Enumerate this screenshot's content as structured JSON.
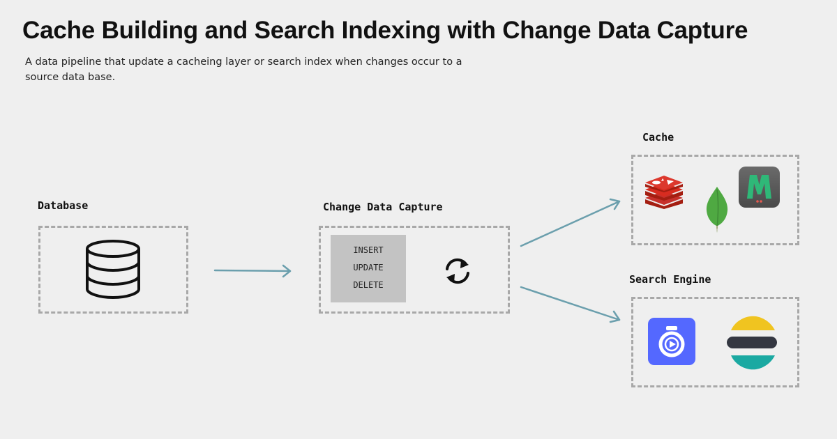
{
  "header": {
    "title": "Cache Building and Search Indexing with Change Data Capture",
    "subtitle": "A data pipeline that update a cacheing layer or search index when changes occur to a source data base."
  },
  "nodes": {
    "database": {
      "label": "Database",
      "icon": "database-icon"
    },
    "cdc": {
      "label": "Change Data Capture",
      "operations": [
        "INSERT",
        "UPDATE",
        "DELETE"
      ],
      "icon": "sync-icon"
    },
    "cache": {
      "label": "Cache",
      "icons": [
        "redis-logo",
        "mongodb-logo",
        "memcached-logo"
      ]
    },
    "search_engine": {
      "label": "Search Engine",
      "icons": [
        "algolia-logo",
        "elasticsearch-logo"
      ]
    }
  },
  "colors": {
    "background": "#efefef",
    "dashed_border": "#a8a8a8",
    "arrow": "#6b9fad",
    "ops_panel": "#c3c3c3",
    "redis": "#c6302b",
    "mongodb": "#4fa942",
    "memcached": "#2d8a5f",
    "algolia": "#5468ff",
    "elastic_yellow": "#f0c420",
    "elastic_dark": "#343741",
    "elastic_teal": "#1ba9a2"
  }
}
